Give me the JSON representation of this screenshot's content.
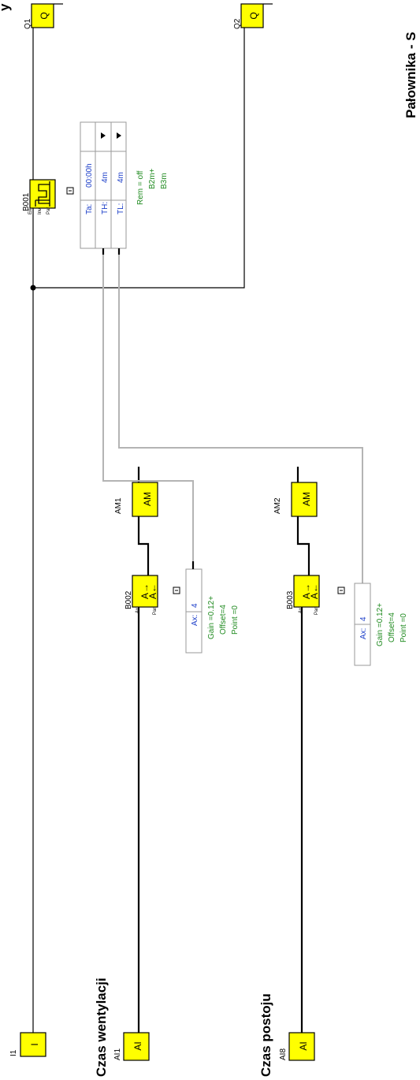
{
  "titles": {
    "main": "Pałownika - S",
    "ventilation": "Czas wentylacji",
    "standstill": "Czas postoju",
    "partial_top": "y"
  },
  "blocks": {
    "i1": {
      "name": "I1",
      "symbol": "I"
    },
    "q1": {
      "name": "Q1",
      "symbol": "Q"
    },
    "q2": {
      "name": "Q2",
      "symbol": "Q"
    },
    "ai1": {
      "name": "AI1",
      "symbol": "AI"
    },
    "ai8": {
      "name": "AI8",
      "symbol": "AI"
    },
    "am1": {
      "name": "AM1",
      "symbol": "AM"
    },
    "am2": {
      "name": "AM2",
      "symbol": "AM"
    },
    "b001": {
      "name": "B001",
      "pins": [
        "En",
        "Inv",
        "Par"
      ],
      "params": [
        {
          "label": "Ta:",
          "value": "00:00h"
        },
        {
          "label": "TH:",
          "value": "4m"
        },
        {
          "label": "TL:",
          "value": "4m"
        }
      ],
      "notes": [
        "Rem = off",
        "B2m+",
        "B3m"
      ]
    },
    "b002": {
      "name": "B002",
      "symbol_top": "A→",
      "symbol_bottom": "A←",
      "pins": [
        "Ax",
        "Par"
      ],
      "param_label": "Ax:",
      "param_value": "4",
      "notes": [
        "Gain  =0.12+",
        "Offset=4",
        "Point =0"
      ]
    },
    "b003": {
      "name": "B003",
      "symbol_top": "A→",
      "symbol_bottom": "A←",
      "pins": [
        "Ax",
        "Par"
      ],
      "param_label": "Ax:",
      "param_value": "4",
      "notes": [
        "Gain  =0.12+",
        "Offset=4",
        "Point =0"
      ]
    }
  },
  "colors": {
    "block_fill": "#ffff00",
    "wire": "#000000",
    "parameter_link": "#b4b4b4",
    "parameter_value": "#1a3cc8",
    "parameter_note": "#1f8a1f"
  }
}
